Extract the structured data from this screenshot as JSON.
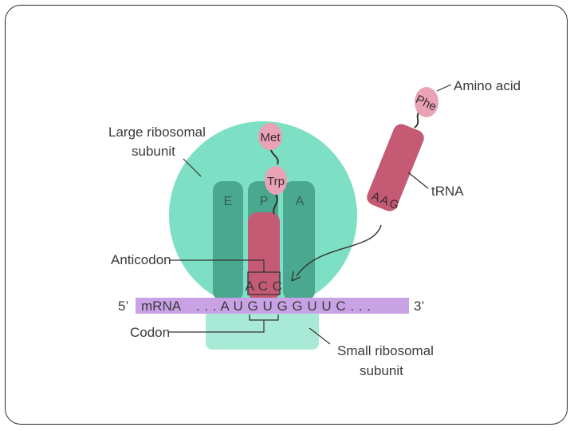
{
  "diagram": {
    "labels": {
      "large_subunit_line1": "Large ribosomal",
      "large_subunit_line2": "subunit",
      "small_subunit_line1": "Small ribosomal",
      "small_subunit_line2": "subunit",
      "anticodon": "Anticodon",
      "codon": "Codon",
      "amino_acid": "Amino acid",
      "trna": "tRNA",
      "five_prime": "5’",
      "three_prime": "3’",
      "mrna": "mRNA"
    },
    "sites": [
      "E",
      "P",
      "A"
    ],
    "amino_acids": {
      "met": "Met",
      "trp": "Trp",
      "phe": "Phe"
    },
    "mrna_sequence": ". . . A U G U G G U U C . . .",
    "bound_anticodon": "A C C",
    "incoming_anticodon": [
      "A",
      "A",
      "G"
    ],
    "colors": {
      "large_subunit": "#7ddfc3",
      "small_subunit": "#a9ead6",
      "site_channel": "#4aa88f",
      "trna": "#c45a74",
      "amino_acid": "#eaa2b6",
      "mrna_strand": "#c9a2e6"
    }
  }
}
